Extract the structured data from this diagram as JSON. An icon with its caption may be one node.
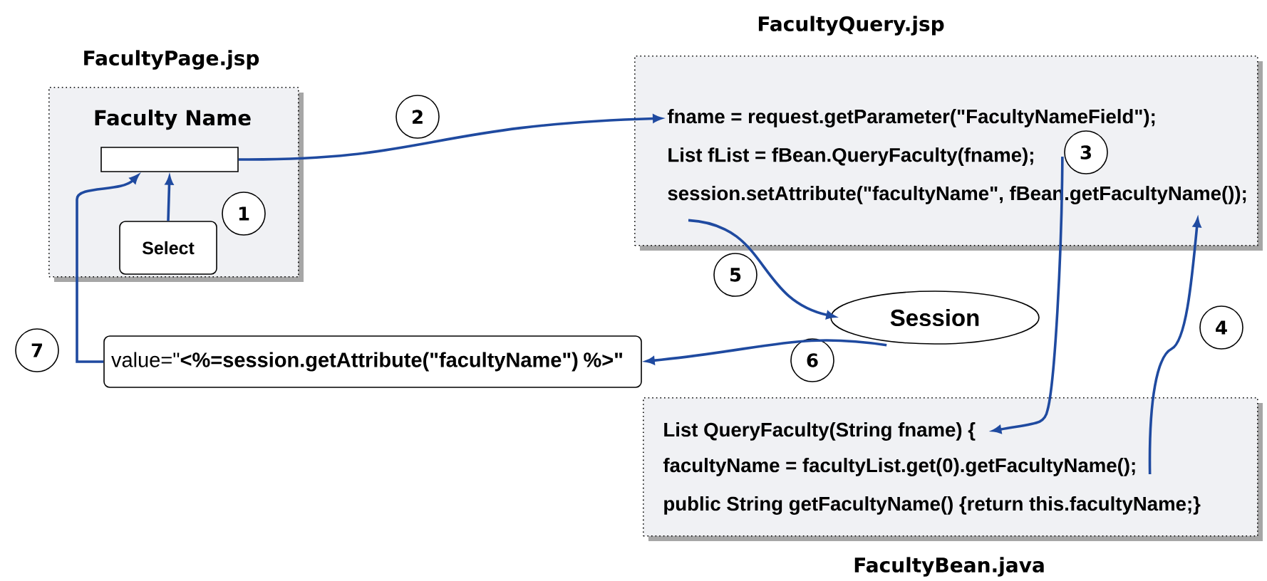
{
  "diagram": {
    "nodes": [
      {
        "text": [
          "FacultyPage.jsp",
          "Faculty Name"
        ]
      },
      {
        "text": [],
        "shape": "box",
        "in": 0
      },
      {
        "text": [
          "Select"
        ],
        "in": 0
      },
      {
        "text": [
          "FacultyQuery.jsp"
        ]
      },
      {
        "text": [
          "fname = request.getParameter(\"FacultyNameField\");"
        ],
        "in": 3
      },
      {
        "text": [
          "List  fList = fBean.QueryFaculty(fname);"
        ],
        "in": 3
      },
      {
        "text": [
          "session.setAttribute(\"facultyName\", fBean.getFacultyName());"
        ],
        "in": 3
      },
      {
        "text": [
          "Session"
        ]
      },
      {
        "text": [
          "value=\"**<%=session.getAttribute(\"facultyName\") %>\"**"
        ]
      },
      {
        "text": [
          "FacultyBean.java"
        ]
      },
      {
        "text": [
          "List  QueryFaculty(String  fname) {"
        ],
        "in": 9
      },
      {
        "text": [
          "facultyName = facultyList.get(0).getFacultyName();"
        ],
        "in": 9
      },
      {
        "text": [
          "public String getFacultyName() {return  this.facultyName;}"
        ],
        "in": 9
      },
      {
        "text": [
          "1"
        ],
        "in": 0
      },
      {
        "text": [
          "2"
        ]
      },
      {
        "text": [
          "3"
        ],
        "in": 3
      },
      {
        "text": [
          "4"
        ]
      },
      {
        "text": [
          "5"
        ]
      },
      {
        "text": [
          "6"
        ]
      },
      {
        "text": [
          "7"
        ]
      }
    ],
    "edges": [
      {
        "from": 2,
        "to": 1,
        "arrow": "to"
      },
      {
        "from": 1,
        "to": 4,
        "arrow": "to"
      },
      {
        "from": 5,
        "to": 10,
        "arrow": "to"
      },
      {
        "from": 11,
        "to": 6,
        "arrow": "to"
      },
      {
        "from": 6,
        "to": 7,
        "arrow": "to"
      },
      {
        "from": 7,
        "to": 8,
        "arrow": "to"
      },
      {
        "from": 8,
        "to": 1,
        "arrow": "to"
      }
    ]
  }
}
